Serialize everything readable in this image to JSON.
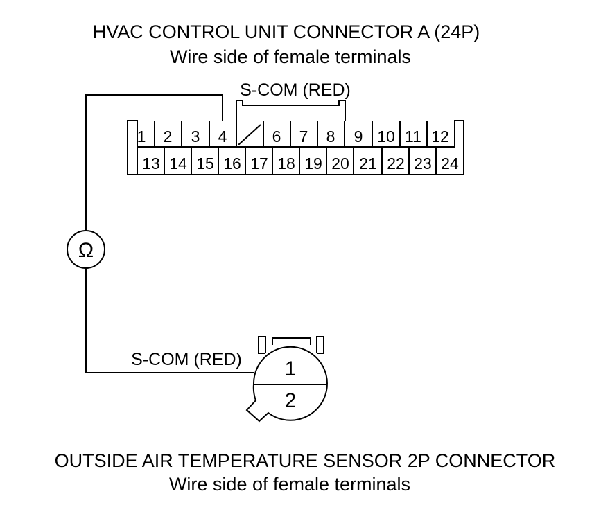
{
  "top_connector": {
    "title": "HVAC CONTROL UNIT CONNECTOR A (24P)",
    "subtitle": "Wire side of female terminals",
    "wire_label": "S-COM (RED)",
    "row1": [
      "1",
      "2",
      "3",
      "4",
      "",
      "6",
      "7",
      "8",
      "9",
      "10",
      "11",
      "12"
    ],
    "row2": [
      "13",
      "14",
      "15",
      "16",
      "17",
      "18",
      "19",
      "20",
      "21",
      "22",
      "23",
      "24"
    ],
    "empty_cavity": "5"
  },
  "meter": {
    "symbol": "Ω",
    "icon": "ohmmeter-icon"
  },
  "bottom_connector": {
    "title": "OUTSIDE AIR TEMPERATURE SENSOR 2P CONNECTOR",
    "subtitle": "Wire side of female terminals",
    "wire_label": "S-COM (RED)",
    "pins": [
      "1",
      "2"
    ]
  },
  "colors": {
    "line": "#000000",
    "background": "#ffffff"
  }
}
